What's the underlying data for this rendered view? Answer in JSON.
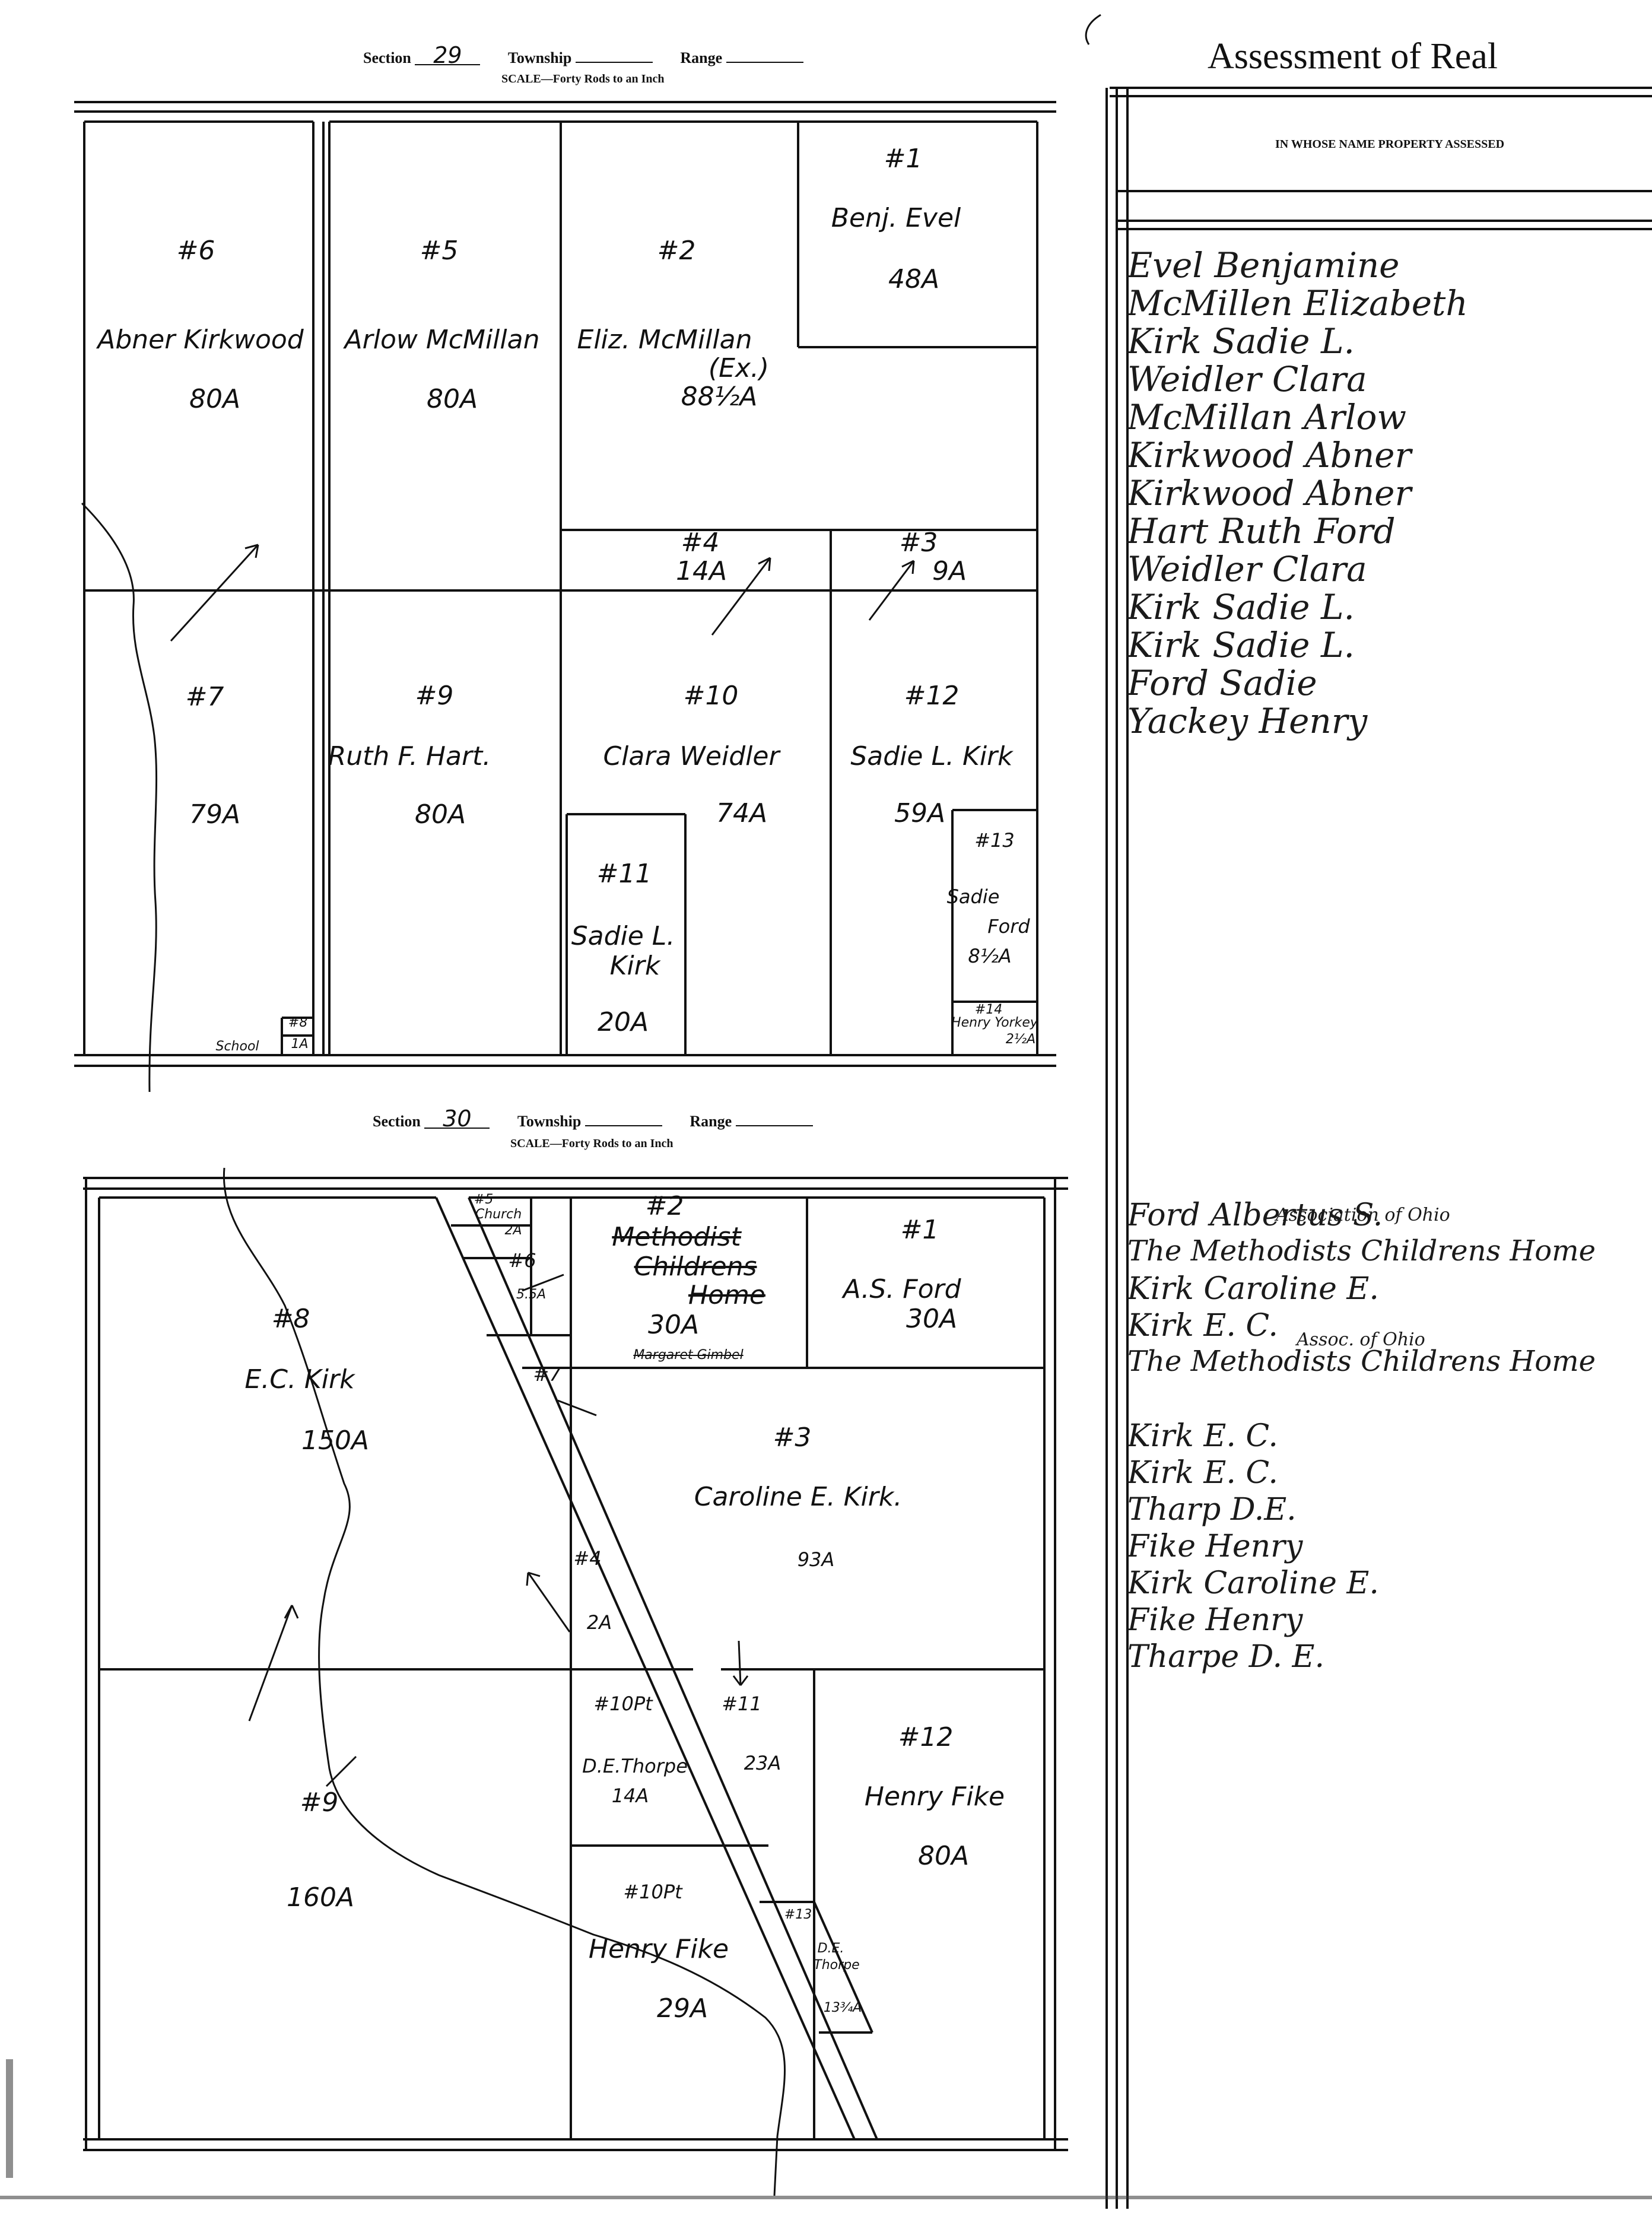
{
  "section29": {
    "section_label": "Section",
    "section_value": "29",
    "township_label": "Township",
    "range_label": "Range",
    "scale": "SCALE—Forty Rods to an Inch",
    "parcels": [
      {
        "num": "#6",
        "owner": "Abner Kirkwood",
        "acres": "80A"
      },
      {
        "num": "#5",
        "owner": "Arlow McMillan",
        "acres": "80A"
      },
      {
        "num": "#2",
        "owner": "Eliz. McMillan",
        "note": "(Ex.)",
        "acres": "88½A"
      },
      {
        "num": "#1",
        "owner": "Benj. Evel",
        "acres": "48A"
      },
      {
        "num": "#4",
        "acres": "14A"
      },
      {
        "num": "#3",
        "acres": "9A"
      },
      {
        "num": "#7",
        "acres": "79A"
      },
      {
        "num": "#9",
        "owner": "Ruth F. Hart.",
        "acres": "80A"
      },
      {
        "num": "#10",
        "owner": "Clara Weidler",
        "acres": "74A"
      },
      {
        "num": "#12",
        "owner": "Sadie L. Kirk",
        "acres": "59A"
      },
      {
        "num": "#11",
        "owner_line1": "Sadie L.",
        "owner_line2": "Kirk",
        "acres": "20A"
      },
      {
        "num": "#13",
        "owner_line1": "Sadie",
        "owner_line2": "Ford",
        "acres": "8½A"
      },
      {
        "num": "#14",
        "owner": "Henry Yorkey",
        "acres": "2½A"
      },
      {
        "num": "#8",
        "owner": "School",
        "acres": "1A"
      }
    ]
  },
  "section30": {
    "section_label": "Section",
    "section_value": "30",
    "township_label": "Township",
    "range_label": "Range",
    "scale": "SCALE—Forty Rods to an Inch",
    "parcels": [
      {
        "num": "#5",
        "owner": "Church",
        "acres": "2A"
      },
      {
        "num": "#6",
        "note": "5.5A"
      },
      {
        "num": "#2",
        "owner_line1": "Methodist",
        "owner_line2": "Childrens",
        "owner_line3": "Home",
        "acres": "30A",
        "note": "Margaret Gimbel"
      },
      {
        "num": "#1",
        "owner": "A.S. Ford",
        "acres": "30A"
      },
      {
        "num": "#7"
      },
      {
        "num": "#8",
        "owner": "E.C. Kirk",
        "acres": "150A"
      },
      {
        "num": "#3",
        "owner": "Caroline E. Kirk.",
        "acres": "93A"
      },
      {
        "num": "#4",
        "acres": "2A"
      },
      {
        "num": "#10Pt",
        "owner": "D.E.Thorpe",
        "acres": "14A"
      },
      {
        "num": "#11",
        "acres": "23A"
      },
      {
        "num": "#12",
        "owner": "Henry Fike",
        "acres": "80A"
      },
      {
        "num": "#9",
        "acres": "160A"
      },
      {
        "num": "#10Pt",
        "owner": "Henry Fike",
        "acres": "29A"
      },
      {
        "num": "#13",
        "owner_line1": "D.E.",
        "owner_line2": "Thorpe",
        "acres": "13¾A"
      }
    ]
  },
  "assessment": {
    "title": "Assessment of Real",
    "column_header": "IN WHOSE NAME PROPERTY ASSESSED",
    "names_section29": [
      "Evel Benjamine",
      "McMillen Elizabeth",
      "Kirk Sadie L.",
      "Weidler Clara",
      "McMillan Arlow",
      "Kirkwood Abner",
      "Kirkwood Abner",
      "Hart Ruth Ford",
      "Weidler Clara",
      "Kirk Sadie L.",
      "Kirk Sadie L.",
      "Ford Sadie",
      "Yackey Henry"
    ],
    "names_section30": [
      "Ford Albertus S.",
      "The Methodists Childrens Home",
      "Kirk Caroline E.",
      "Kirk E. C.",
      "The Methodists Childrens Home",
      "",
      "Kirk E. C.",
      "Kirk E. C.",
      "Tharp D.E.",
      "Fike Henry",
      "Kirk Caroline E.",
      "Fike Henry",
      "Tharpe D. E."
    ],
    "annotations": [
      "Association of Ohio",
      "Assoc. of Ohio"
    ]
  }
}
